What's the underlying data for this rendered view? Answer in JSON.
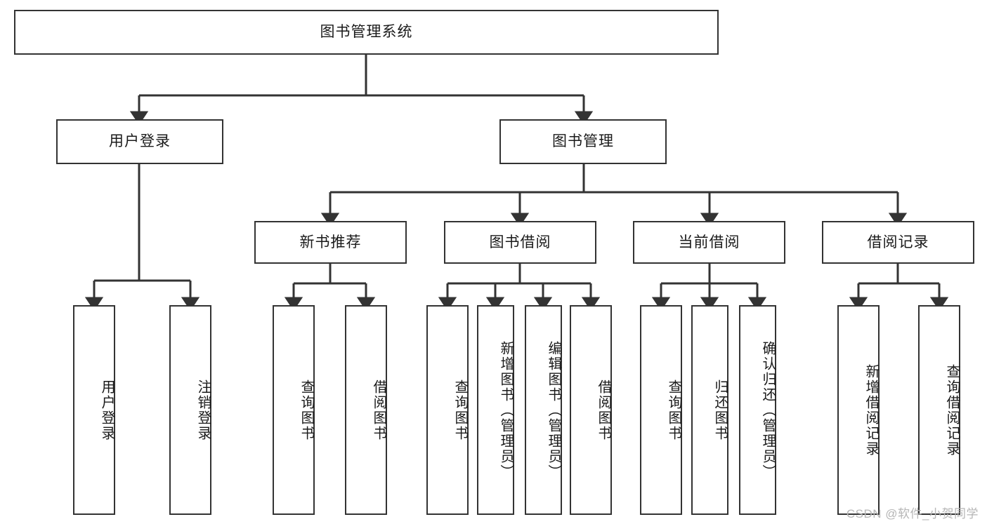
{
  "diagram": {
    "title": "图书管理系统",
    "type": "tree-hierarchy-diagram",
    "root": {
      "label": "图书管理系统"
    },
    "level1": [
      {
        "label": "用户登录"
      },
      {
        "label": "图书管理"
      }
    ],
    "level2": [
      {
        "label": "新书推荐"
      },
      {
        "label": "图书借阅"
      },
      {
        "label": "当前借阅"
      },
      {
        "label": "借阅记录"
      }
    ],
    "leaves": {
      "user_login": [
        {
          "label": "用户登录"
        },
        {
          "label": "注销登录"
        }
      ],
      "new_book_recommend": [
        {
          "label": "查询图书"
        },
        {
          "label": "借阅图书"
        }
      ],
      "book_borrow": [
        {
          "label": "查询图书"
        },
        {
          "label": "新增图书（管理员）"
        },
        {
          "label": "编辑图书（管理员）"
        },
        {
          "label": "借阅图书"
        }
      ],
      "current_borrow": [
        {
          "label": "查询图书"
        },
        {
          "label": "归还图书"
        },
        {
          "label": "确认归还（管理员）"
        }
      ],
      "borrow_record": [
        {
          "label": "新增借阅记录"
        },
        {
          "label": "查询借阅记录"
        }
      ]
    }
  },
  "watermark": {
    "text": "CSDN @软件_小贺同学"
  },
  "colors": {
    "border": "#333333",
    "text": "#1a1a1a",
    "background": "#ffffff",
    "watermark": "#b6b6b6"
  }
}
